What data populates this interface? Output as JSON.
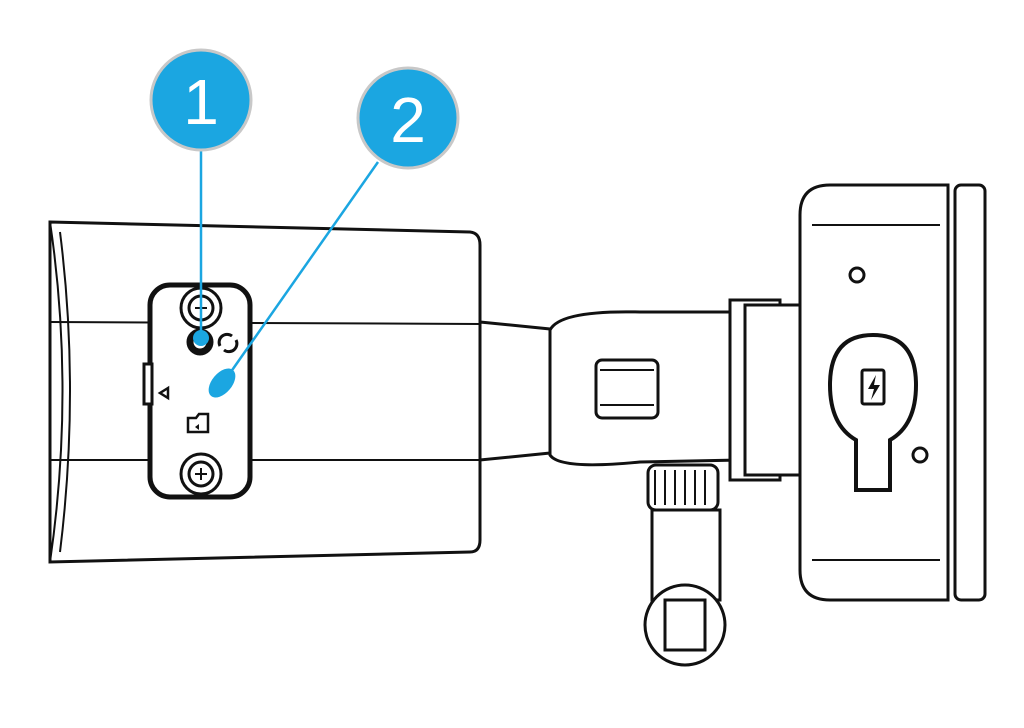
{
  "diagram": {
    "subject": "bullet-camera-side-view",
    "accent_color": "#1ba6e1",
    "callouts": [
      {
        "label": "1",
        "target": "reset-button"
      },
      {
        "label": "2",
        "target": "sd-card-slot"
      }
    ]
  }
}
